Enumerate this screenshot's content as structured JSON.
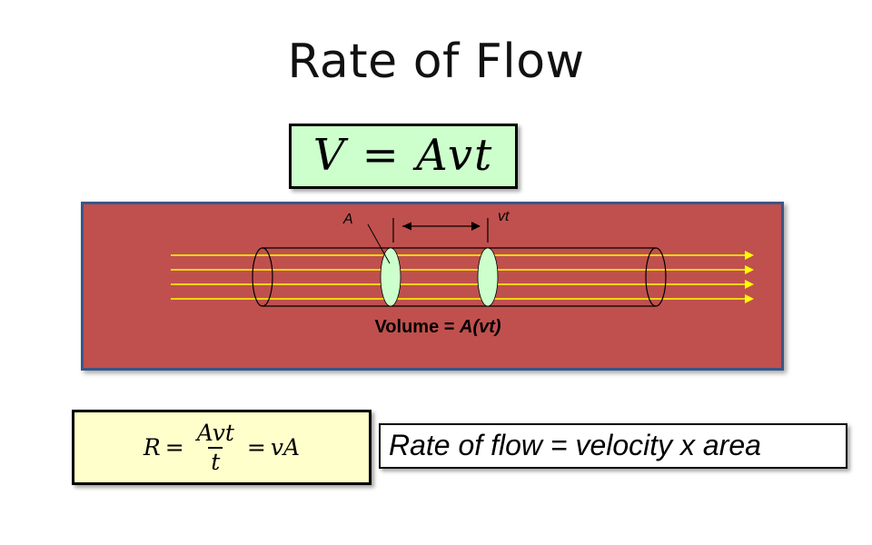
{
  "title": "Rate of Flow",
  "volume_equation": {
    "lhs": "V",
    "equals": "=",
    "rhs": "Avt",
    "bg_color": "#ccffcc"
  },
  "diagram": {
    "bg_color": "#c0504d",
    "label_area": "A",
    "label_distance": "vt",
    "volume_caption_prefix": "Volume = ",
    "volume_caption_expr": "A(vt)",
    "flow_line_color": "#ffff00",
    "cross_section_color": "#ccffcc"
  },
  "rate_equation": {
    "lhs": "R",
    "equals": "=",
    "numerator": "Avt",
    "denominator": "t",
    "rhs": "vA",
    "bg_color": "#ffffcc"
  },
  "caption": "Rate of flow = velocity x area"
}
